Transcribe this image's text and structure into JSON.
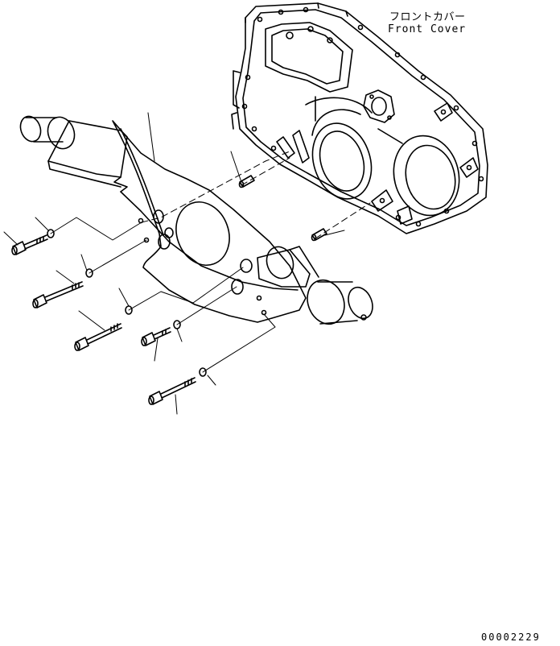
{
  "labels": {
    "front_cover_jp": "フロントカバー",
    "front_cover_en": "Front Cover"
  },
  "reference_number": "00002229",
  "colors": {
    "line": "#000000",
    "background": "#ffffff"
  }
}
